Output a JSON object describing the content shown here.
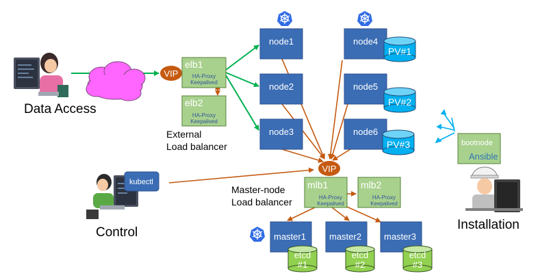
{
  "actors": {
    "data_access": "Data Access",
    "control": "Control",
    "installation": "Installation",
    "kubectl": "kubectl"
  },
  "external_lb": {
    "vip": "VIP",
    "elb1": {
      "name": "elb1",
      "sub1": "HA-Proxy",
      "sub2": "Keepalived"
    },
    "elb2": {
      "name": "elb2",
      "sub1": "HA-Proxy",
      "sub2": "Keepalived"
    },
    "caption1": "External",
    "caption2": "Load balancer"
  },
  "nodes": [
    "node1",
    "node2",
    "node3",
    "node4",
    "node5",
    "node6"
  ],
  "pvs": [
    "PV#1",
    "PV#2",
    "PV#3"
  ],
  "master_lb": {
    "vip": "VIP",
    "mlb1": {
      "name": "mlb1",
      "sub1": "HA-Proxy",
      "sub2": "Keepalived"
    },
    "mlb2": {
      "name": "mlb2",
      "sub1": "HA-Proxy",
      "sub2": "Keepalived"
    },
    "caption1": "Master-node",
    "caption2": "Load balancer"
  },
  "masters": [
    "master1",
    "master2",
    "master3"
  ],
  "etcd": [
    {
      "name": "etcd",
      "num": "#1"
    },
    {
      "name": "etcd",
      "num": "#2"
    },
    {
      "name": "etcd",
      "num": "#3"
    }
  ],
  "bootnode": {
    "name": "bootnode",
    "tool": "Ansible"
  },
  "colors": {
    "node_blue": "#3b6db5",
    "lb_green": "#a9d18e",
    "etcd_green": "#92d050",
    "pv_blue": "#00b0f0",
    "vip_orange": "#c55a11",
    "arrow_green": "#00b050",
    "arrow_orange": "#c55a11",
    "cloud_pink": "#ff66ff",
    "k8s_blue": "#326ce5"
  }
}
